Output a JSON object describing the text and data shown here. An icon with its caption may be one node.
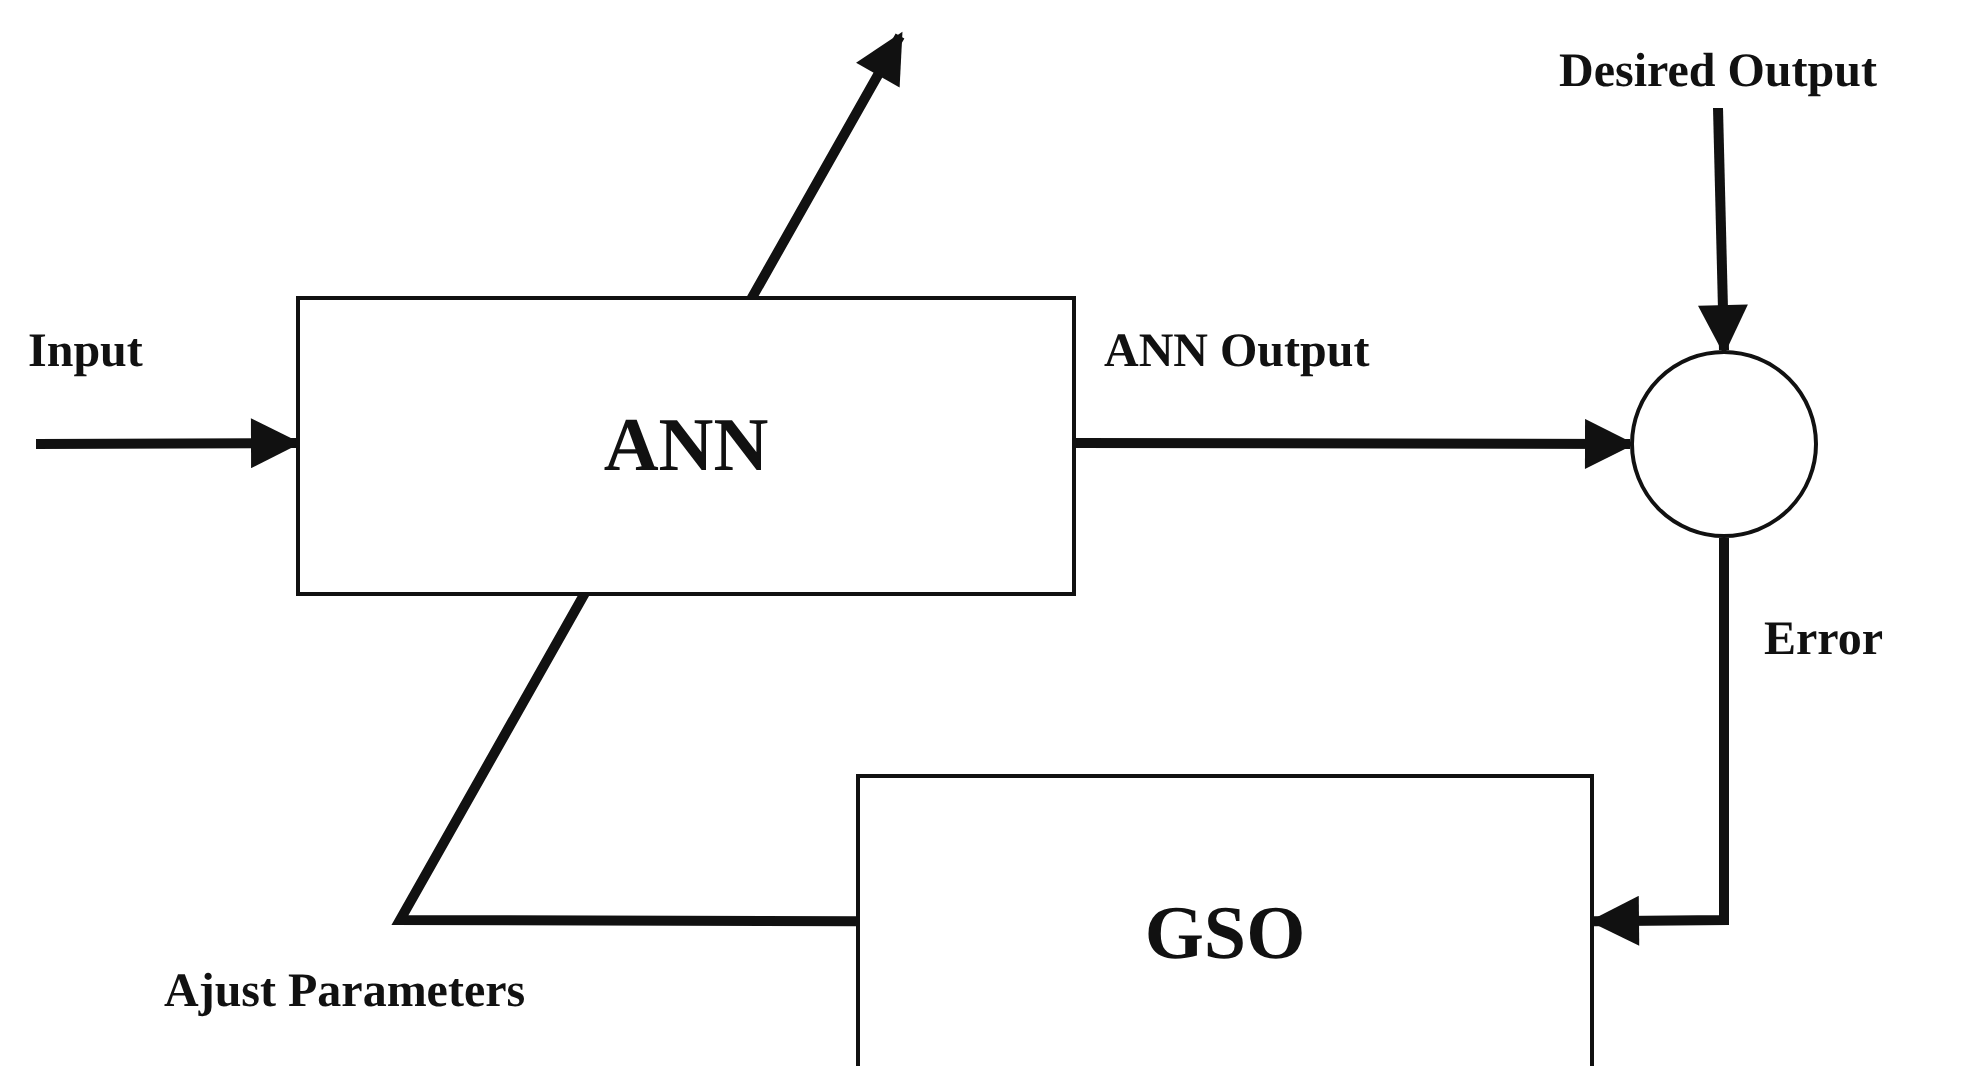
{
  "diagram": {
    "nodes": [
      {
        "text": [
          "ANN"
        ]
      },
      {
        "text": [],
        "shape": "circle"
      },
      {
        "text": [
          "GSO"
        ]
      },
      {
        "text": [
          "Desired Output"
        ]
      }
    ],
    "edges": [
      {
        "from": null,
        "to": 0,
        "arrow": "to",
        "label": "Input"
      },
      {
        "from": 0,
        "to": 1,
        "arrow": "to",
        "label": "ANN Output"
      },
      {
        "from": 3,
        "to": 1,
        "arrow": "to"
      },
      {
        "from": 1,
        "to": 2,
        "arrow": "to",
        "label": "Error"
      },
      {
        "from": 2,
        "to": null,
        "arrow": "to",
        "label": "Ajust Parameters"
      }
    ]
  }
}
